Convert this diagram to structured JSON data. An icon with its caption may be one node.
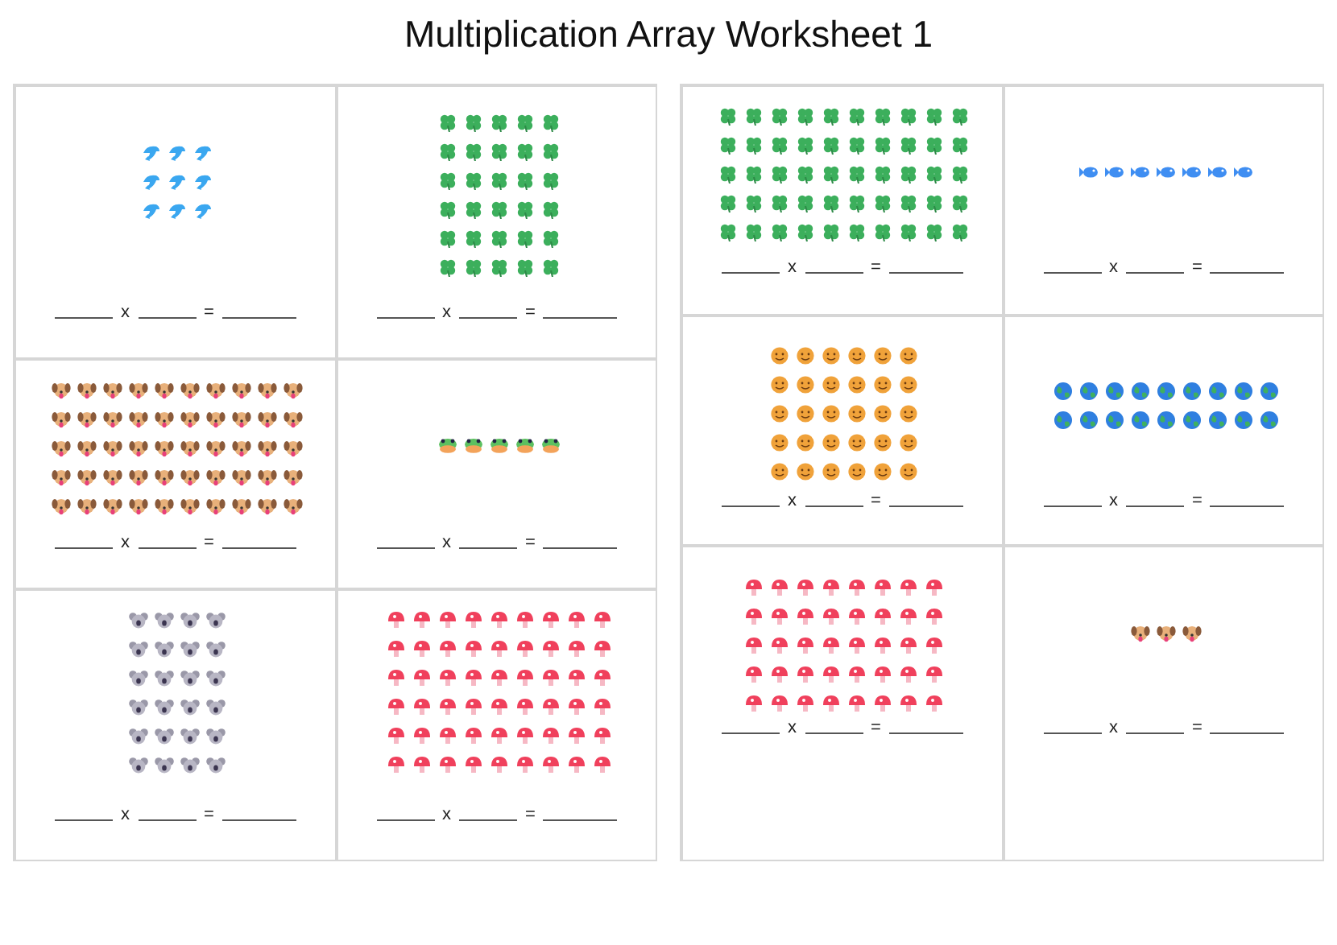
{
  "diagram": {
    "title": "Multiplication Array Worksheet 1",
    "nodes": [
      {
        "text": [],
        "shape": "box"
      },
      {
        "text": [
          "x",
          "="
        ],
        "in": 0
      },
      {
        "text": [
          "x",
          "="
        ],
        "in": 0
      },
      {
        "text": [
          "x",
          "="
        ],
        "in": 0
      },
      {
        "text": [
          "x",
          "="
        ],
        "in": 0
      },
      {
        "text": [
          "x",
          "="
        ],
        "in": 0
      },
      {
        "text": [
          "x",
          "="
        ],
        "in": 0
      },
      {
        "text": [],
        "shape": "box"
      },
      {
        "text": [
          "x",
          "="
        ],
        "in": 7
      },
      {
        "text": [
          "x",
          "="
        ],
        "in": 7
      },
      {
        "text": [
          "x",
          "="
        ],
        "in": 7
      },
      {
        "text": [
          "x",
          "="
        ],
        "in": 7
      },
      {
        "text": [
          "x",
          "="
        ],
        "in": 7
      },
      {
        "text": [
          "x",
          "="
        ],
        "in": 7
      }
    ]
  }
}
